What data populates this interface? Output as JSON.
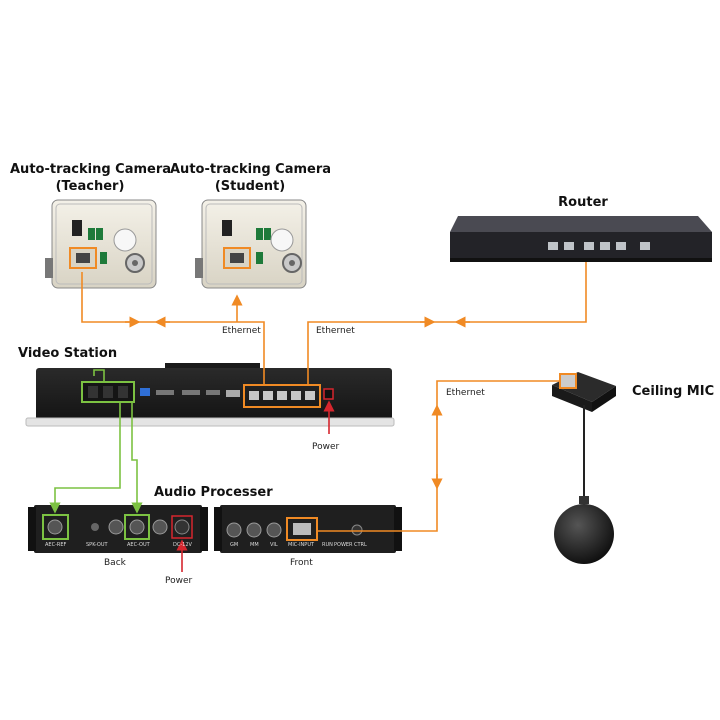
{
  "diagram": {
    "devices": {
      "camera_teacher": {
        "title_line1": "Auto-tracking Camera",
        "title_line2": "(Teacher)"
      },
      "camera_student": {
        "title_line1": "Auto-tracking Camera",
        "title_line2": "(Student)"
      },
      "router": {
        "title": "Router"
      },
      "video_station": {
        "title": "Video Station"
      },
      "ceiling_mic": {
        "title": "Ceiling MIC"
      },
      "audio_processor": {
        "title": "Audio Processer",
        "back_caption": "Back",
        "front_caption": "Front",
        "back_ports": [
          "AEC-REF",
          "SPK-OUT",
          "AEC-OUT",
          "DC-12V"
        ],
        "front_ports": [
          "GM",
          "MM",
          "VIL",
          "MIC-INPUT",
          "RUN",
          "POWER",
          "CTRL"
        ]
      }
    },
    "connections": {
      "ethernet_1": "Ethernet",
      "ethernet_2": "Ethernet",
      "ethernet_3": "Ethernet",
      "power_1": "Power",
      "power_2": "Power"
    },
    "colors": {
      "ethernet": "#f08a24",
      "audio": "#7cc242",
      "power": "#d6262e",
      "device_dark": "#1c1c1c",
      "camera_body": "#ece8dc"
    }
  }
}
